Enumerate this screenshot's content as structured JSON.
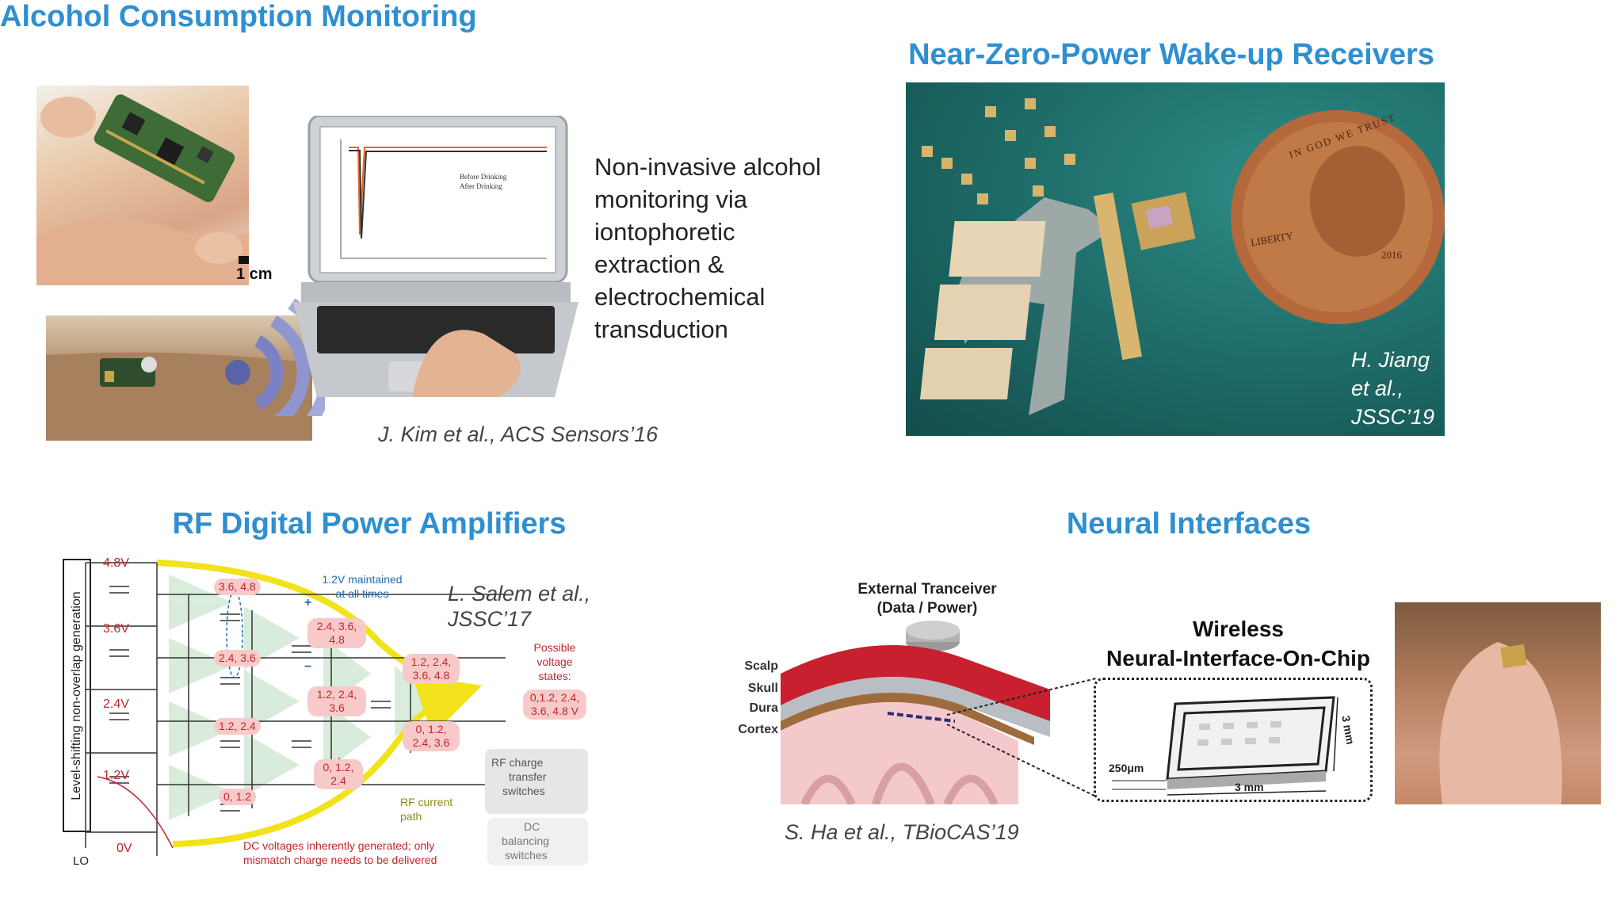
{
  "alcohol": {
    "title": "Alcohol Consumption Monitoring",
    "scale_bar": "1 cm",
    "description_lines": [
      "Non-invasive alcohol",
      "monitoring via",
      "iontophoretic",
      "extraction &",
      "electrochemical",
      "transduction"
    ],
    "chart_legend": [
      "Before Drinking",
      "After Drinking"
    ],
    "citation": "J. Kim et al., ACS Sensors’16"
  },
  "wakeup": {
    "title": "Near-Zero-Power Wake-up Receivers",
    "citation_lines": [
      "H. Jiang",
      "et al.,",
      "JSSC’19"
    ],
    "coin_text": [
      "IN GOD WE TRUST",
      "LIBERTY",
      "2016"
    ]
  },
  "rfpa": {
    "title": "RF Digital Power Amplifiers",
    "vertical_label": "Level-shifting non-overlap generation",
    "rails": [
      "4.8V",
      "3.6V",
      "2.4V",
      "1.2V",
      "0V"
    ],
    "lo_label": "LO",
    "maintained_note": [
      "1.2V maintained",
      "at all times"
    ],
    "plus": "+",
    "minus": "−",
    "states": [
      "3.6, 4.8",
      "2.4, 3.6",
      "1.2, 2.4",
      "0, 1.2",
      "2.4, 3.6, 4.8",
      "1.2, 2.4, 3.6",
      "0, 1.2, 2.4",
      "1.2, 2.4, 3.6, 4.8",
      "0, 1.2, 2.4, 3.6"
    ],
    "possible_states_label": [
      "Possible",
      "voltage",
      "states:"
    ],
    "output_states": [
      "0,1.2, 2.4,",
      "3.6, 4.8 V"
    ],
    "current_path": [
      "RF current",
      "path"
    ],
    "dc_note": [
      "DC voltages inherently generated; only",
      "mismatch charge needs to be delivered"
    ],
    "charge_switches": [
      "RF charge",
      "transfer",
      "switches"
    ],
    "balancing_switches": [
      "DC",
      "balancing",
      "switches"
    ],
    "citation_lines": [
      "L. Salem et al.,",
      "JSSC’17"
    ]
  },
  "neural": {
    "title": "Neural Interfaces",
    "external_label": [
      "External Tranceiver",
      "(Data / Power)"
    ],
    "layers": [
      "Scalp",
      "Skull",
      "Dura",
      "Cortex"
    ],
    "chip_title": [
      "Wireless",
      "Neural-Interface-On-Chip"
    ],
    "thickness": "250μm",
    "width": "3 mm",
    "height": "3 mm",
    "citation": "S. Ha et al., TBioCAS’19"
  }
}
